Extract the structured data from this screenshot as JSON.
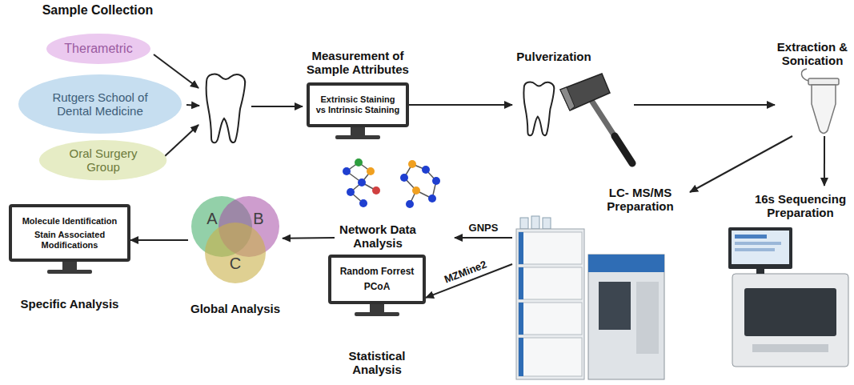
{
  "diagram": {
    "nodes": [
      {
        "text": [
          "Therametric"
        ]
      },
      {
        "text": [
          "Rutgers School of Dental Medicine"
        ]
      },
      {
        "text": [
          "Oral Surgery Group"
        ]
      },
      {
        "text": [
          "Measurement of Sample Attributes",
          "Extrinsic Staining vs Intrinsic Staining"
        ]
      },
      {
        "text": [
          "Pulverization"
        ]
      },
      {
        "text": [
          "Extraction & Sonication"
        ]
      },
      {
        "text": [
          "LC- MS/MS Preparation"
        ]
      },
      {
        "text": [
          "16s Sequencing Preparation"
        ]
      },
      {
        "text": [
          "Network Data Analysis"
        ]
      },
      {
        "text": [
          "Random Forrest",
          "PCoA",
          "Statistical Analysis"
        ]
      },
      {
        "text": [
          "Global Analysis"
        ]
      },
      {
        "text": [
          "Molecule Identification",
          "Stain Associated Modifications",
          "Specific Analysis"
        ]
      }
    ],
    "edges": [
      {
        "from": 3,
        "to": 4,
        "arrow": "to"
      },
      {
        "from": 4,
        "to": 5,
        "arrow": "to"
      },
      {
        "from": 5,
        "to": 6,
        "arrow": "to"
      },
      {
        "from": 5,
        "to": 7,
        "arrow": "to"
      },
      {
        "from": 6,
        "to": 8,
        "label": "GNPS",
        "arrow": "to"
      },
      {
        "from": 6,
        "to": 9,
        "label": "MZMine2",
        "arrow": "to"
      },
      {
        "from": 8,
        "to": 10,
        "arrow": "to"
      },
      {
        "from": 10,
        "to": 11,
        "arrow": "to"
      }
    ],
    "labels": [
      "Sample Collection",
      "A",
      "B",
      "C"
    ]
  }
}
